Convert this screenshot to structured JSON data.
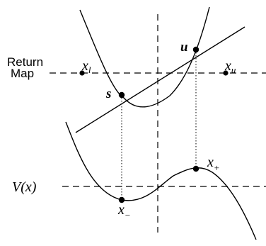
{
  "labels": {
    "return_map_line1": "Return",
    "return_map_line2": "Map",
    "x_l": "x",
    "x_l_sub": "l",
    "x_u": "x",
    "x_u_sub": "u",
    "u": "u",
    "s": "s",
    "x_plus": "x",
    "x_plus_sub": "+",
    "x_minus": "x",
    "x_minus_sub": "−",
    "potential": "V(x)"
  }
}
